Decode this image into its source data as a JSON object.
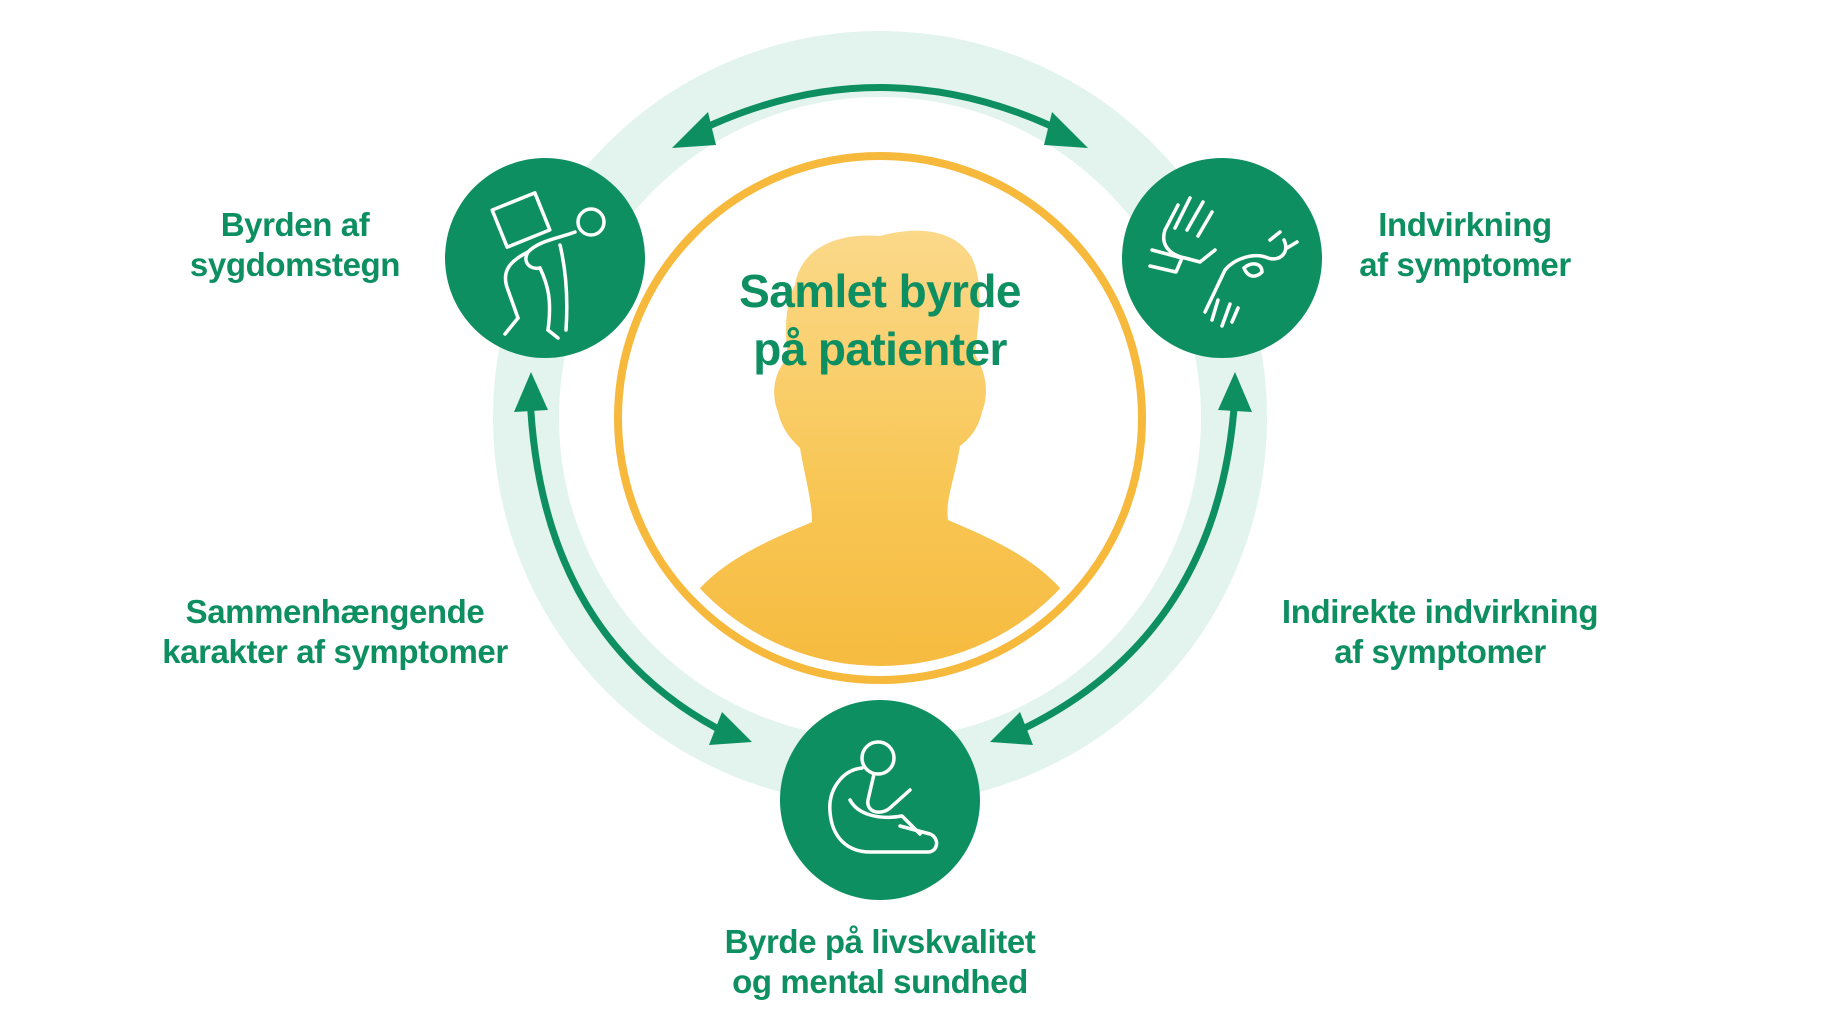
{
  "colors": {
    "green": "#0e8f62",
    "ring": "#e3f4ee",
    "yellow": "#f6b93c",
    "yellow_light": "#fbd98a",
    "white": "#ffffff"
  },
  "center": {
    "title_line1": "Samlet byrde",
    "title_line2": "på patienter"
  },
  "nodes": {
    "top_left": {
      "icon": "heavy-burden-icon"
    },
    "top_right": {
      "icon": "scratching-hand-icon"
    },
    "bottom": {
      "icon": "sitting-person-icon"
    }
  },
  "labels": {
    "top_left": {
      "line1": "Byrden af",
      "line2": "sygdomstegn"
    },
    "top_right": {
      "line1": "Indvirkning",
      "line2": "af symptomer"
    },
    "mid_left": {
      "line1": "Sammenhængende",
      "line2": "karakter af symptomer"
    },
    "mid_right": {
      "line1": "Indirekte indvirkning",
      "line2": "af symptomer"
    },
    "bottom": {
      "line1": "Byrde på livskvalitet",
      "line2": "og mental sundhed"
    }
  }
}
